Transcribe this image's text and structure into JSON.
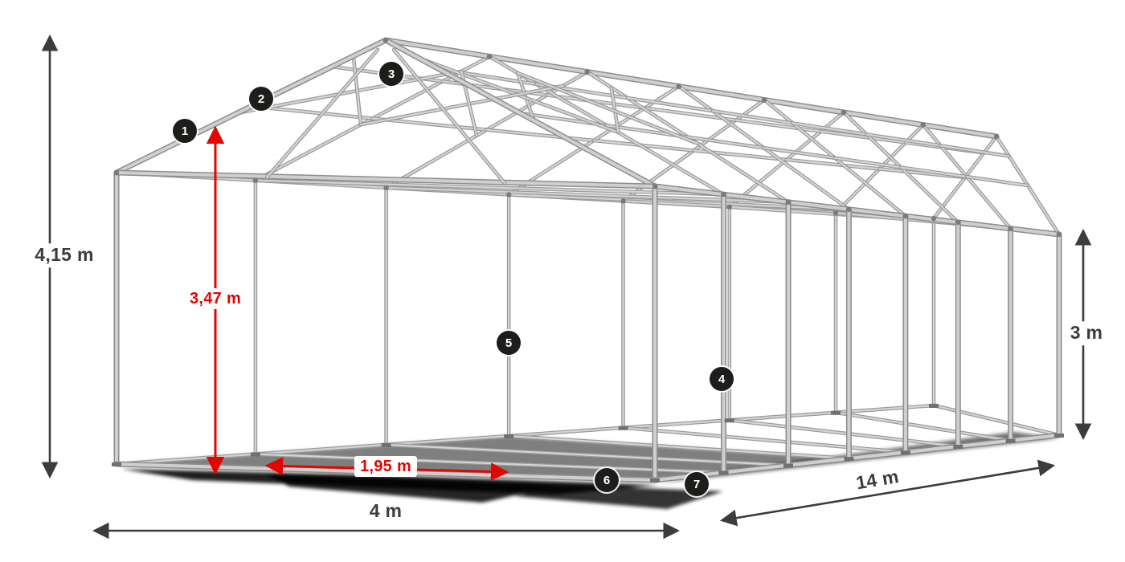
{
  "diagram": {
    "callouts": [
      {
        "number": "1"
      },
      {
        "number": "2"
      },
      {
        "number": "3"
      },
      {
        "number": "4"
      },
      {
        "number": "5"
      },
      {
        "number": "6"
      },
      {
        "number": "7"
      }
    ],
    "dimensions": {
      "total_height": "4,15 m",
      "entrance_height": "3,47 m",
      "side_height": "3 m",
      "width": "4 m",
      "length": "14 m",
      "entrance_width": "1,95 m"
    },
    "colors": {
      "dimension_text": "#3c3c3b",
      "dimension_red": "#e10600",
      "frame_light": "#cfcfcf",
      "frame_dark": "#8d8d8d",
      "callout_bg": "#1d1d1b",
      "callout_text": "#ffffff",
      "background": "#ffffff"
    }
  }
}
